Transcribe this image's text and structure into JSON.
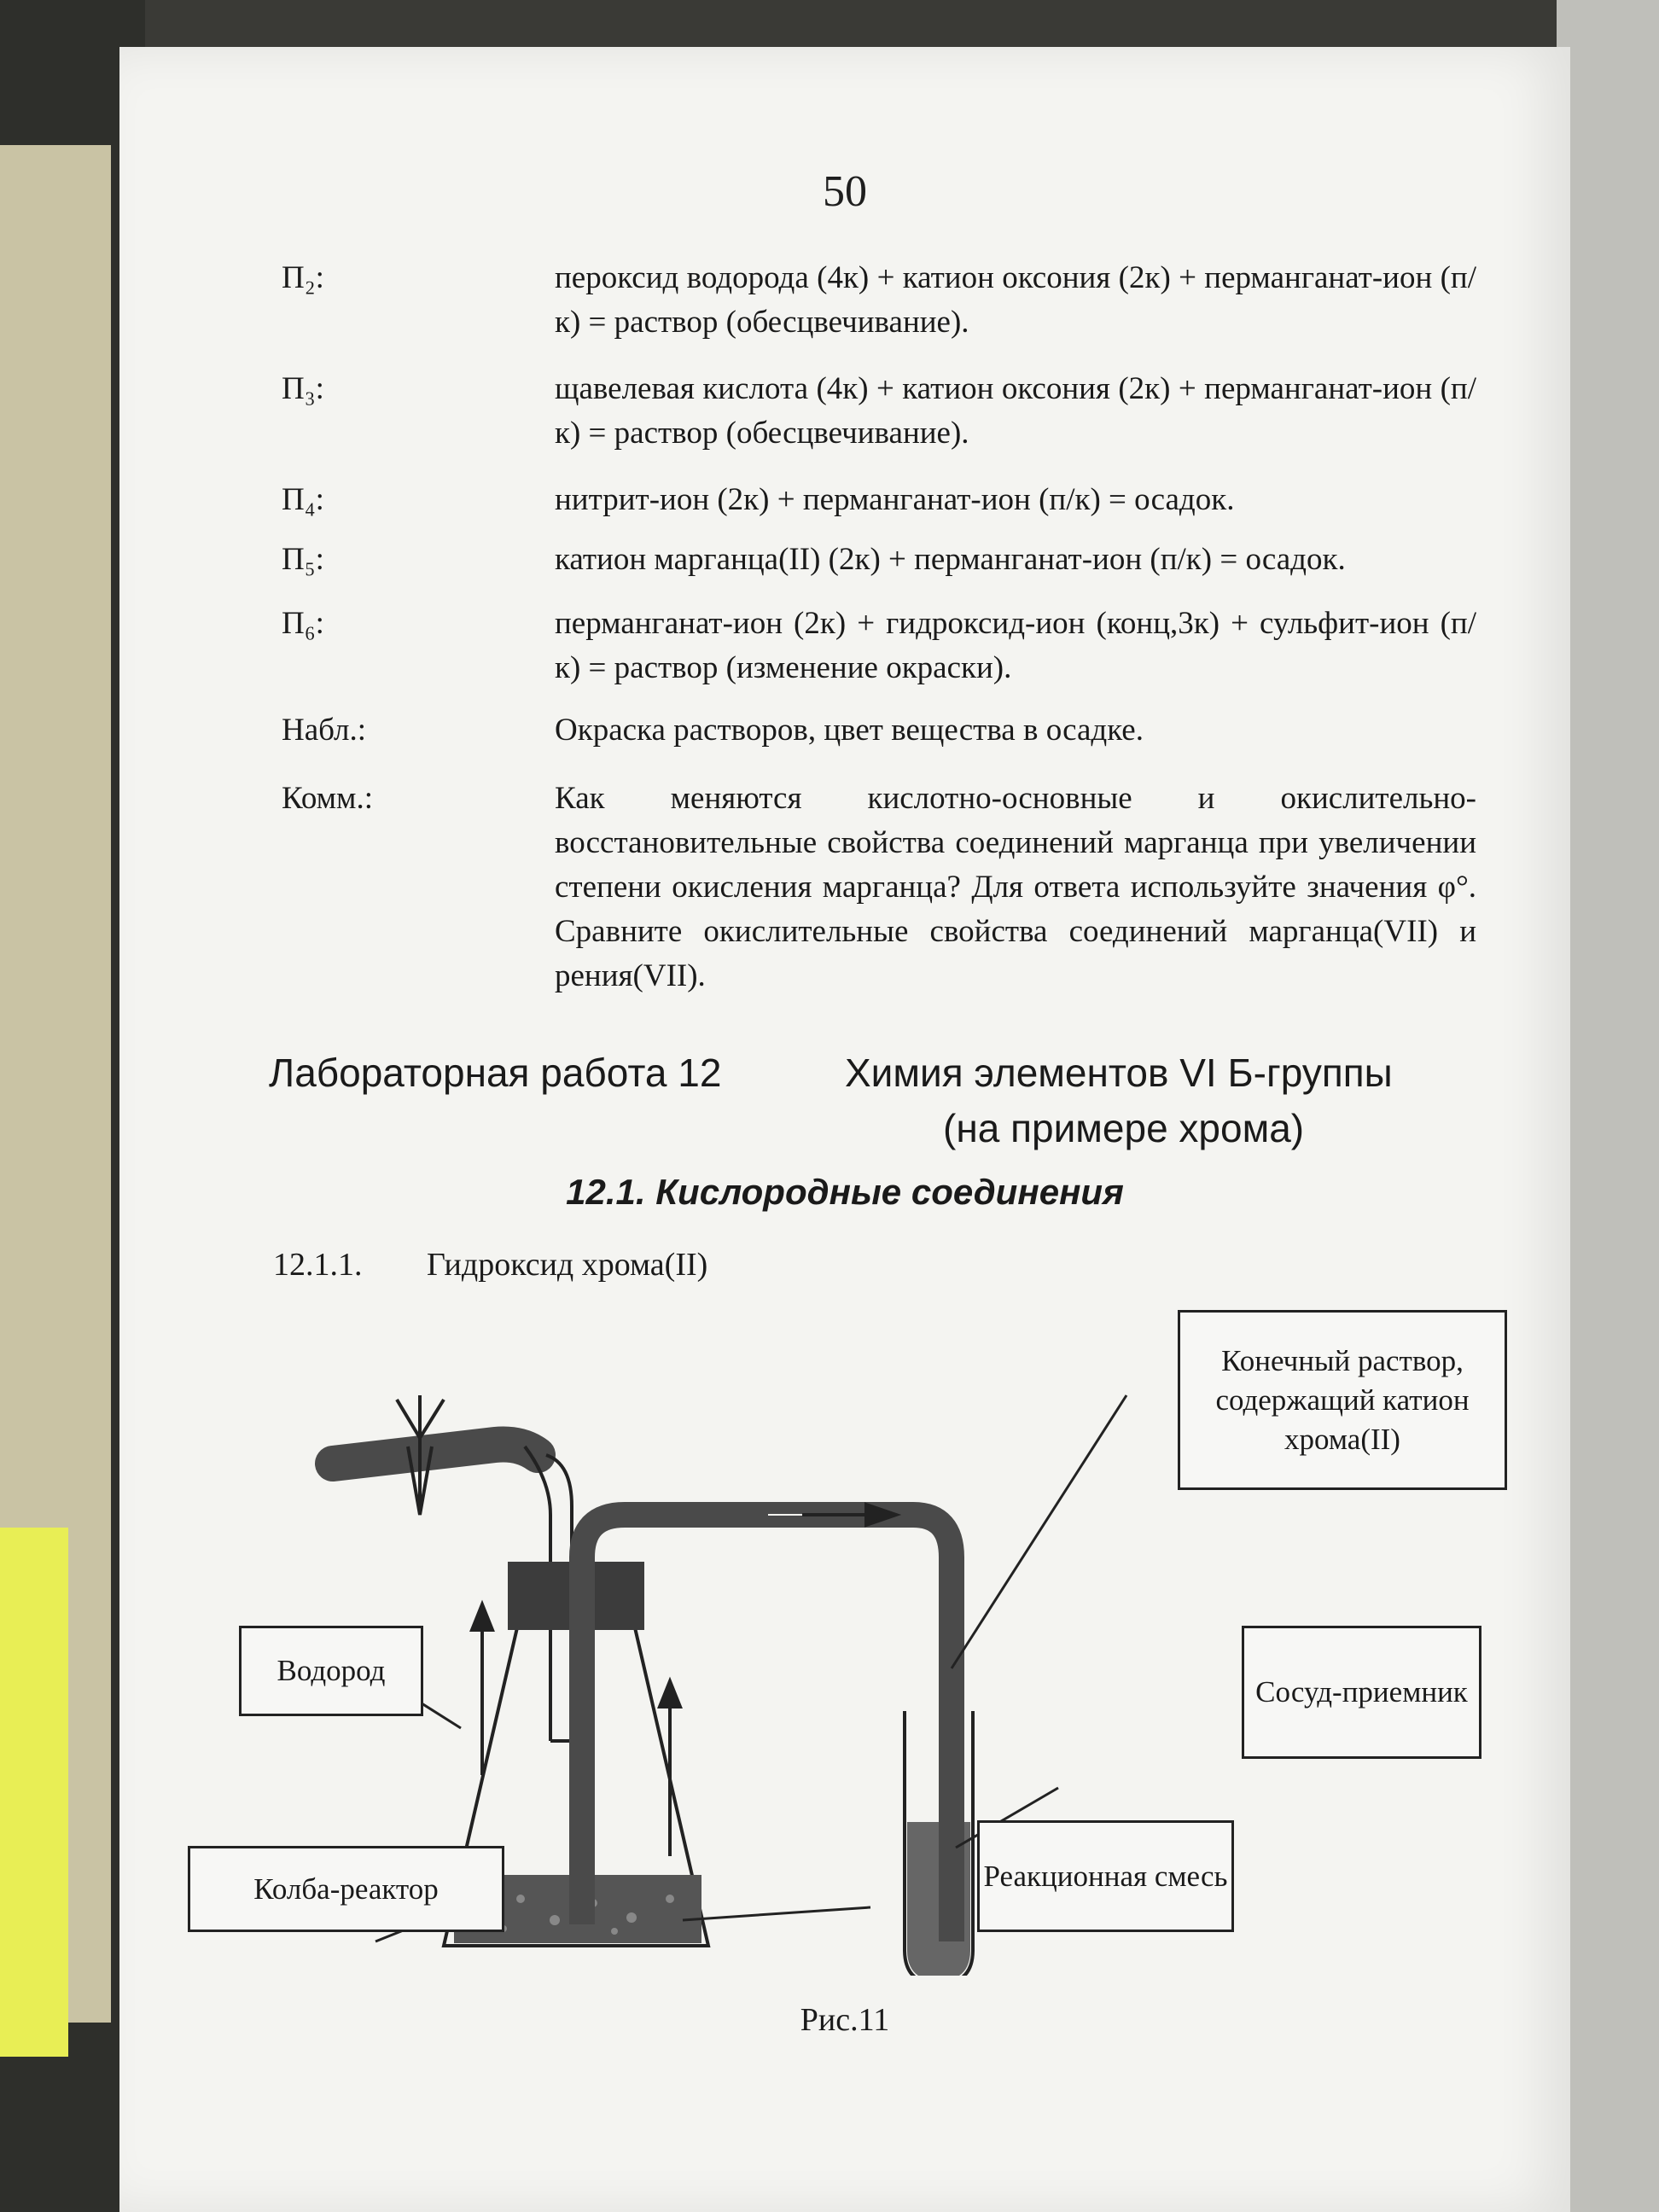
{
  "page_number": "50",
  "entries": [
    {
      "label": "П₂:",
      "text": "пероксид водорода (4к) + катион оксония (2к) + перманганат-ион (п/к) = раствор (обесцвечивание)."
    },
    {
      "label": "П₃:",
      "text": "щавелевая кислота (4к) + катион оксония (2к) + перманганат-ион (п/к) = раствор (обесцвечивание)."
    },
    {
      "label": "П₄:",
      "text": "нитрит-ион (2к) + перманганат-ион (п/к) = осадок."
    },
    {
      "label": "П₅:",
      "text": "катион марганца(II) (2к) + перманганат-ион (п/к) = осадок."
    },
    {
      "label": "П₆:",
      "text": "перманганат-ион (2к) + гидроксид-ион (конц,3к) + сульфит-ион (п/к) = раствор (изменение окраски)."
    },
    {
      "label": "Набл.:",
      "text": "Окраска растворов, цвет вещества в осадке."
    },
    {
      "label": "Комм.:",
      "text": "Как меняются кислотно-основные и окислительно-восстановительные свойства соединений марганца при увеличении степени окисления марганца? Для ответа используйте значения φ°. Сравните окислительные свойства соединений марганца(VII) и рения(VII)."
    }
  ],
  "lab": {
    "left": "Лабораторная работа 12",
    "right_line1": "Химия элементов VI Б-группы",
    "right_line2": "(на примере хрома)"
  },
  "section_title": "12.1. Кислородные соединения",
  "subsection": {
    "number": "12.1.1.",
    "title": "Гидроксид хрома(II)"
  },
  "diagram_labels": {
    "final_solution": "Конечный раствор, содержащий катион хрома(II)",
    "hydrogen": "Водород",
    "receiver": "Сосуд-приемник",
    "flask": "Колба-реактор",
    "mixture": "Реакционная смесь"
  },
  "caption": "Рис.11"
}
